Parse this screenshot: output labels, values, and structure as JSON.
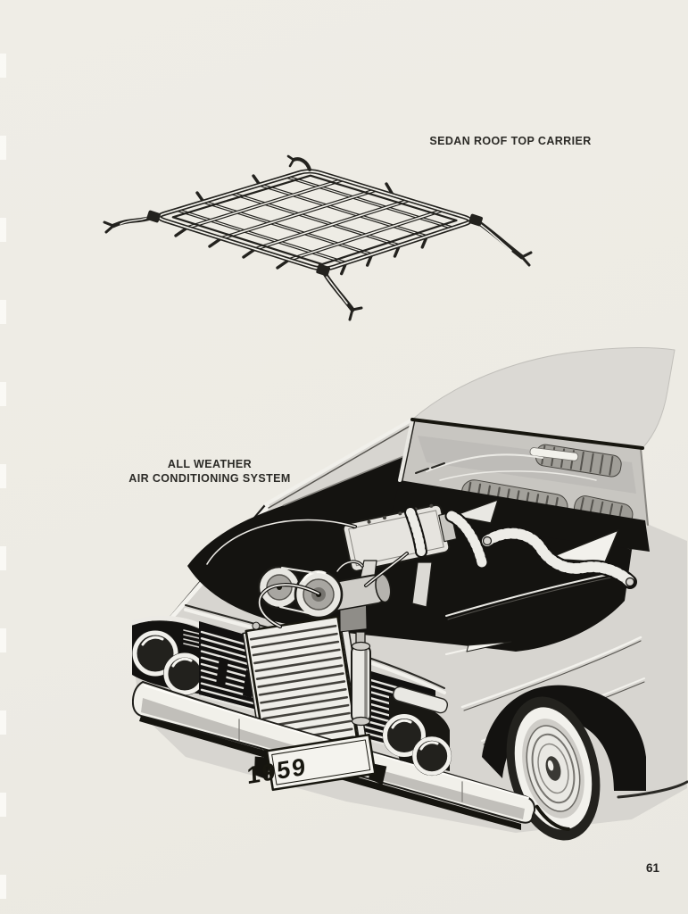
{
  "page": {
    "number": "61",
    "background_color": "#edebe4",
    "ink_color": "#2b2a26"
  },
  "captions": {
    "roof_carrier": "SEDAN ROOF TOP CARRIER",
    "ac_line1": "ALL WEATHER",
    "ac_line2": "AIR CONDITIONING SYSTEM"
  },
  "illustrations": {
    "roof_carrier": {
      "name": "sedan-roof-top-carrier-line-drawing"
    },
    "ac_car": {
      "name": "car-front-cutaway-air-conditioning",
      "license_plate": "1959"
    }
  }
}
